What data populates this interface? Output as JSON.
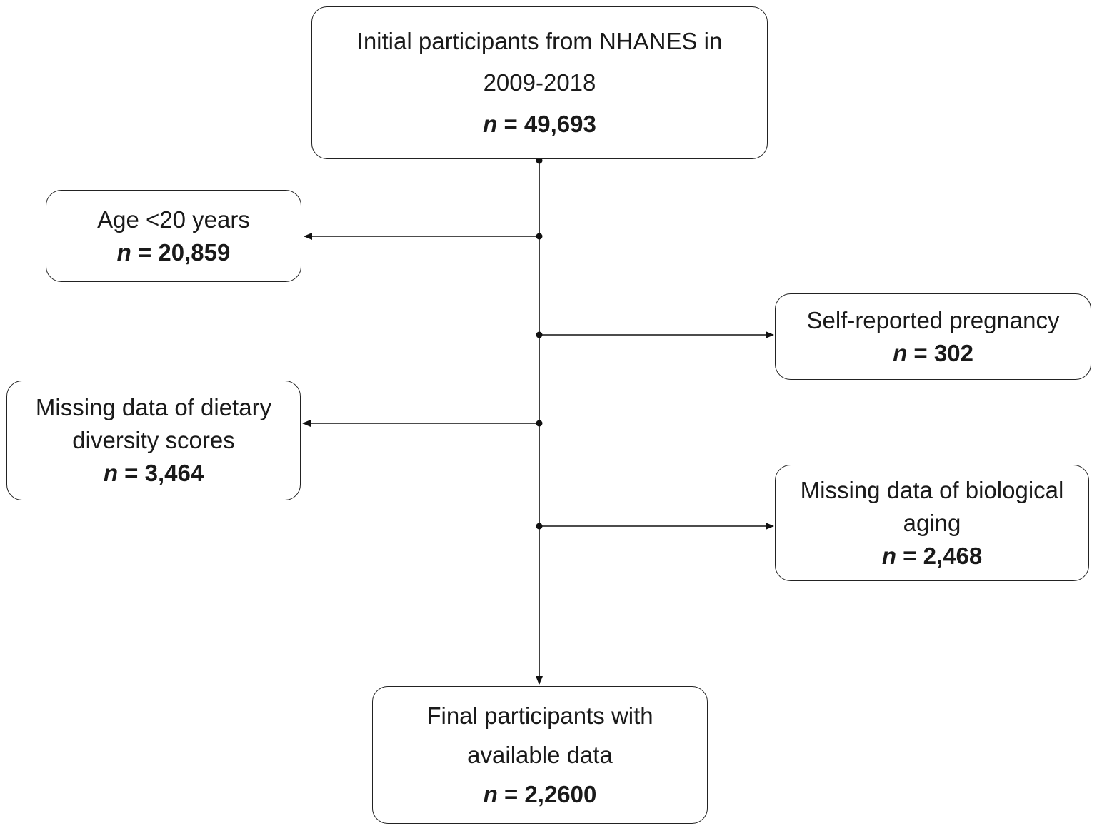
{
  "flowchart": {
    "initial": {
      "lines": [
        "Initial participants from NHANES  in",
        "2009-2018"
      ],
      "n_symbol": "n",
      "n_value": "= 49,693"
    },
    "age": {
      "lines": [
        "Age <20 years"
      ],
      "n_symbol": "n",
      "n_value": "= 20,859"
    },
    "pregnancy": {
      "lines": [
        "Self-reported pregnancy"
      ],
      "n_symbol": "n",
      "n_value": "= 302"
    },
    "dietary": {
      "lines": [
        "Missing data of dietary",
        "diversity scores"
      ],
      "n_symbol": "n",
      "n_value": "= 3,464"
    },
    "aging": {
      "lines": [
        "Missing data of biological",
        "aging"
      ],
      "n_symbol": "n",
      "n_value": "= 2,468"
    },
    "final": {
      "lines": [
        "Final participants with",
        "available data"
      ],
      "n_symbol": "n",
      "n_value": "= 2,2600"
    }
  }
}
